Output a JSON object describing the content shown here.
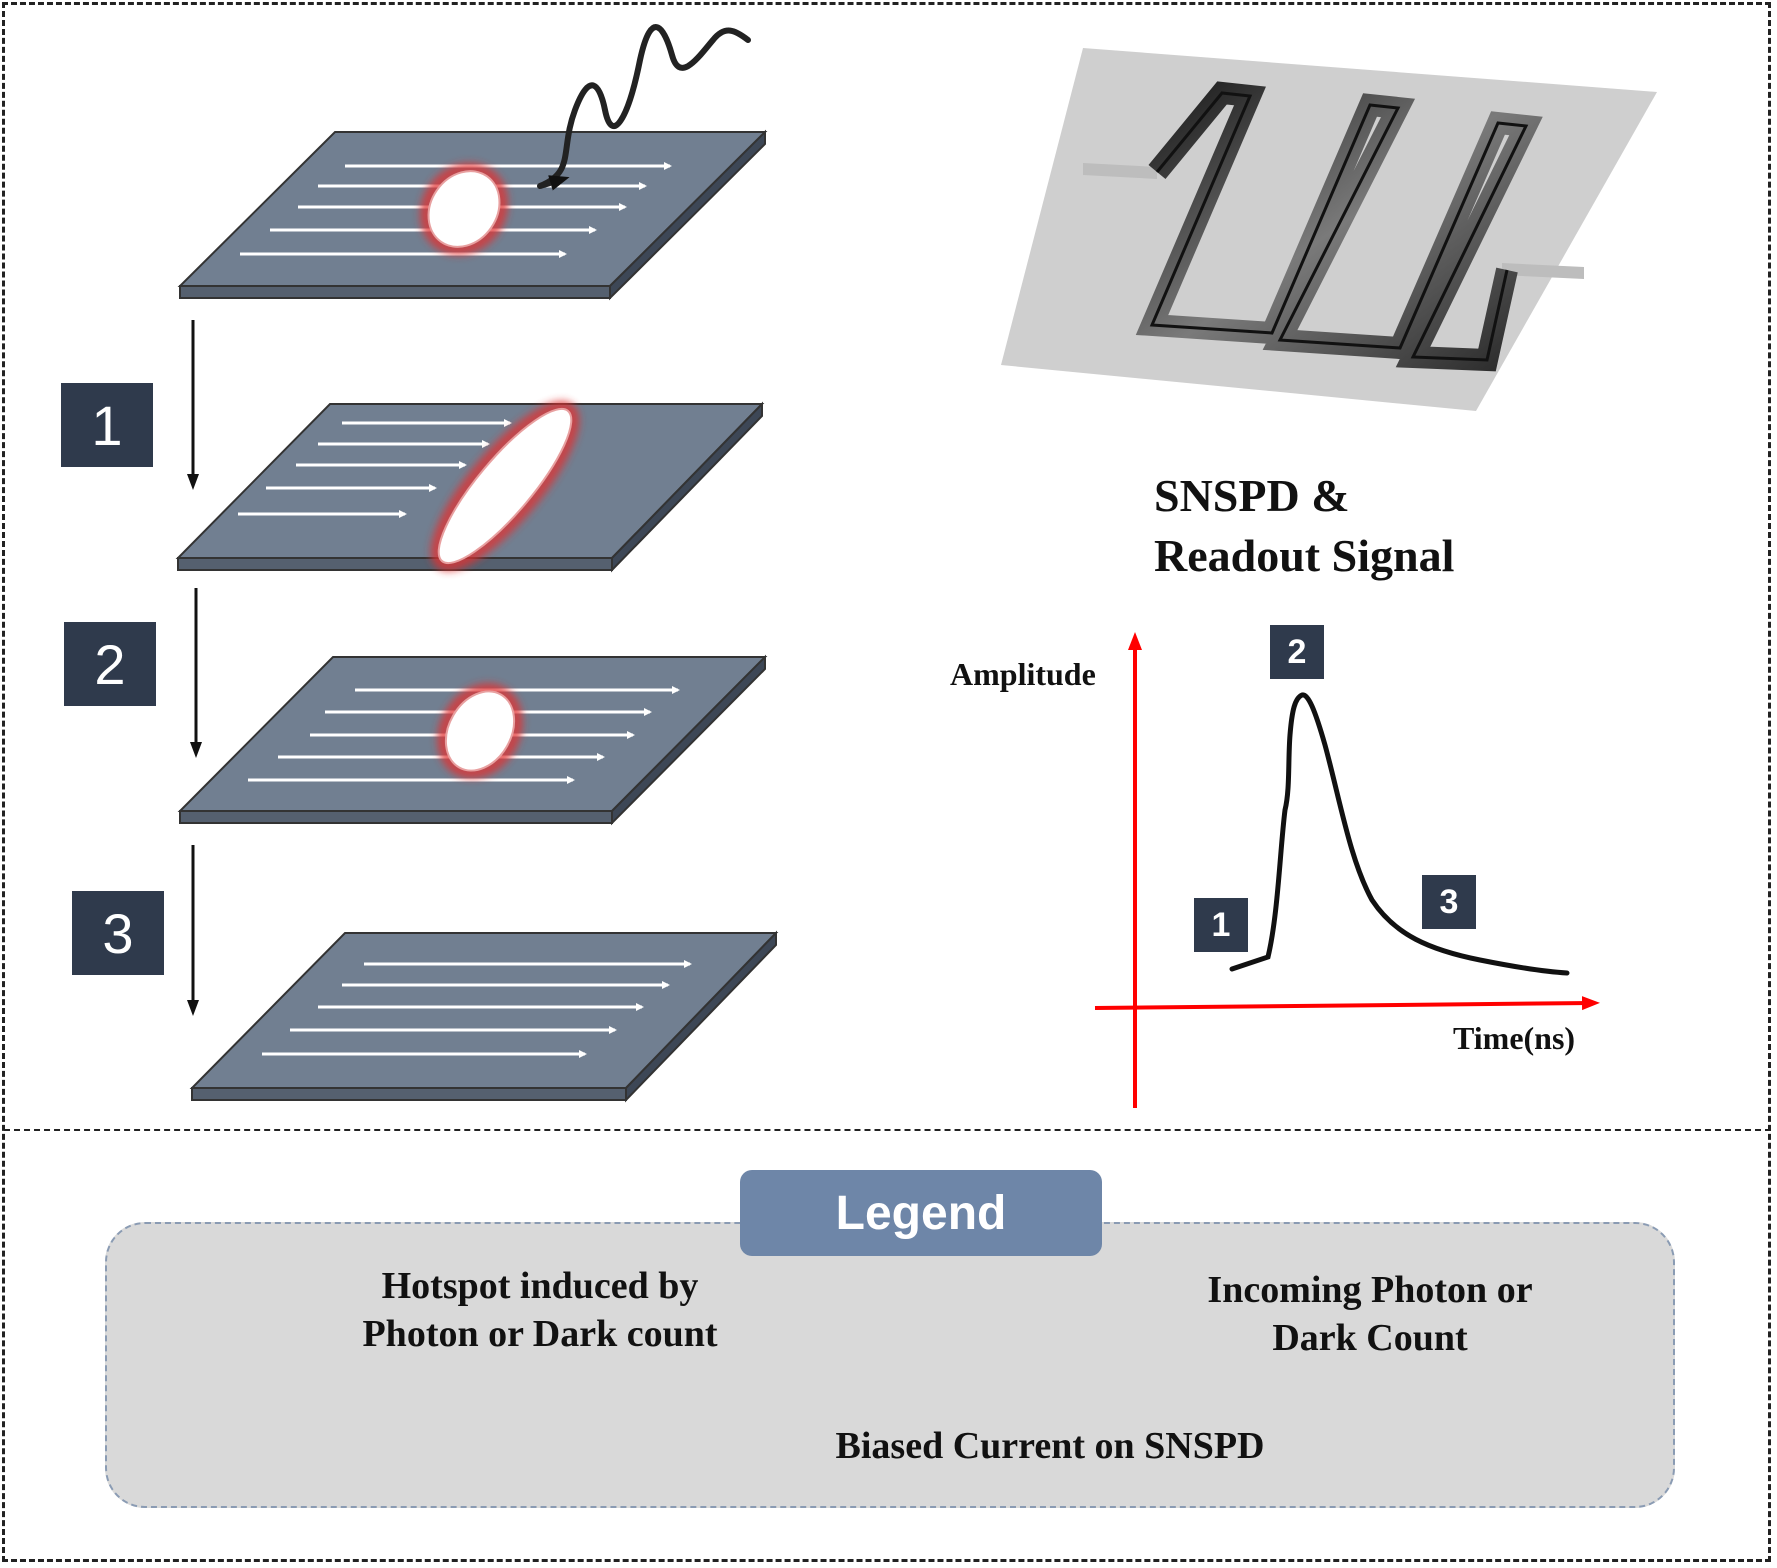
{
  "steps": [
    "1",
    "2",
    "3"
  ],
  "heading": {
    "line1": "SNSPD &",
    "line2": "Readout Signal"
  },
  "chart": {
    "ylabel": "Amplitude",
    "xlabel": "Time(ns)",
    "markers": [
      "1",
      "2",
      "3"
    ]
  },
  "legend": {
    "title": "Legend",
    "hotspot": {
      "line1": "Hotspot induced by",
      "line2": "Photon or Dark count"
    },
    "photon": {
      "line1": "Incoming Photon or",
      "line2": "Dark Count"
    },
    "current": "Biased Current on SNSPD"
  },
  "colors": {
    "plate": "#717f91",
    "plate_edge": "#3d4756",
    "badge": "#2f3a4c",
    "axis": "#ff0000",
    "legend_title": "#6e86a8",
    "legend_bg": "#d9d9d9",
    "hotspot_glow": "#e03030"
  }
}
